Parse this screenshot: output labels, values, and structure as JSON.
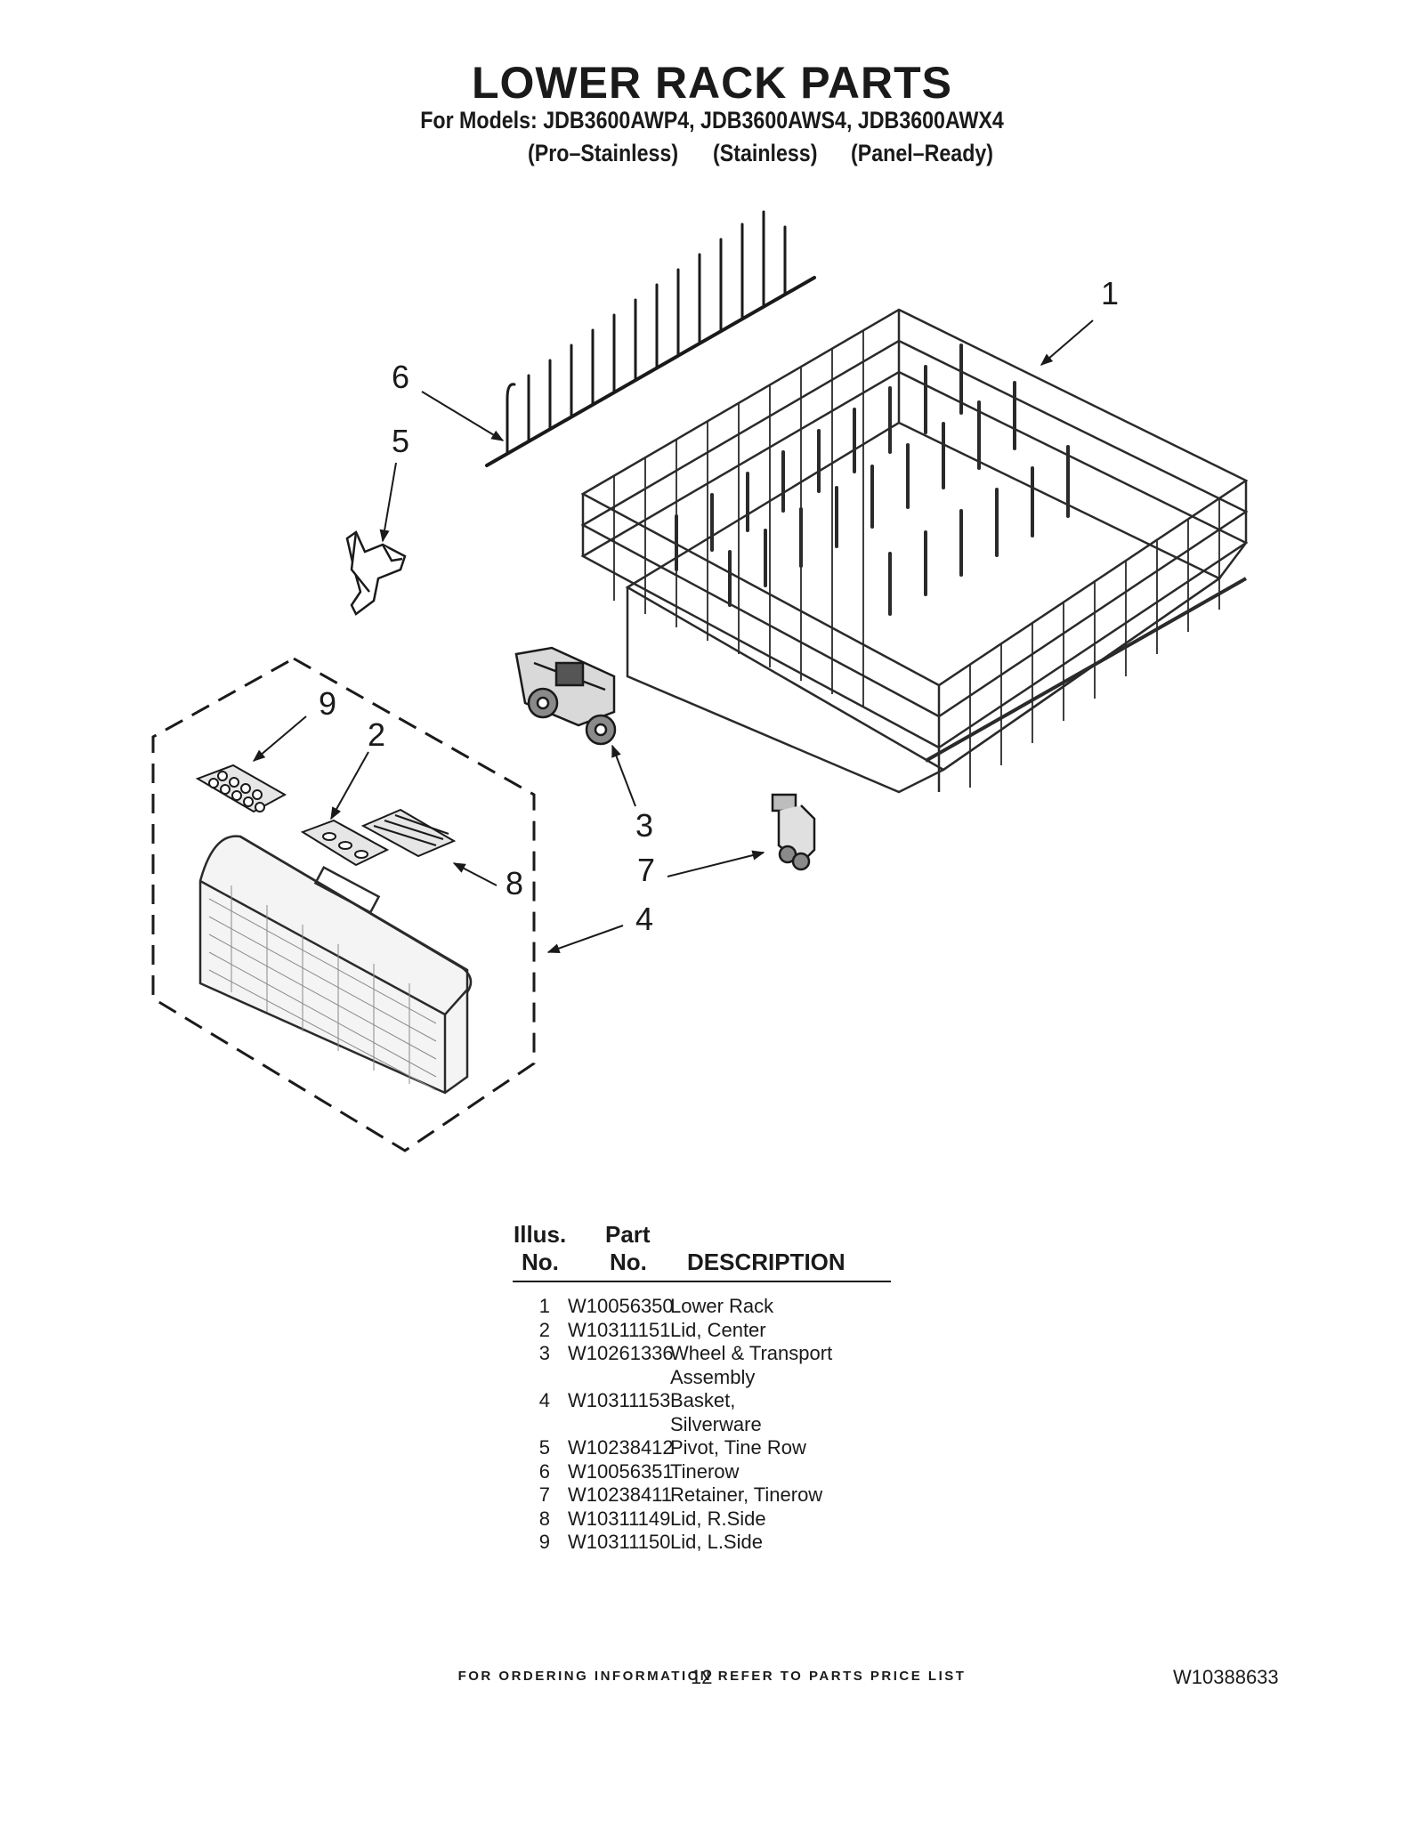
{
  "header": {
    "title": "LOWER RACK PARTS",
    "models_line": "For Models: JDB3600AWP4, JDB3600AWS4, JDB3600AWX4",
    "finishes": [
      "(Pro–Stainless)",
      "(Stainless)",
      "(Panel–Ready)"
    ]
  },
  "diagram": {
    "callouts": [
      "1",
      "2",
      "3",
      "4",
      "5",
      "6",
      "7",
      "8",
      "9"
    ]
  },
  "table": {
    "col_illus": [
      "Illus.",
      "No."
    ],
    "col_part": [
      "Part",
      "No."
    ],
    "col_desc": "DESCRIPTION",
    "rows": [
      {
        "num": "1",
        "part": "W10056350",
        "desc": "Lower Rack"
      },
      {
        "num": "2",
        "part": "W10311151",
        "desc": "Lid, Center"
      },
      {
        "num": "3",
        "part": "W10261336",
        "desc": "Wheel & Transport"
      },
      {
        "num": "",
        "part": "",
        "desc": "Assembly"
      },
      {
        "num": "4",
        "part": "W10311153",
        "desc": "Basket,"
      },
      {
        "num": "",
        "part": "",
        "desc": "Silverware"
      },
      {
        "num": "5",
        "part": "W10238412",
        "desc": "Pivot, Tine Row"
      },
      {
        "num": "6",
        "part": "W10056351",
        "desc": "Tinerow"
      },
      {
        "num": "7",
        "part": "W10238411",
        "desc": "Retainer, Tinerow"
      },
      {
        "num": "8",
        "part": "W10311149",
        "desc": "Lid, R.Side"
      },
      {
        "num": "9",
        "part": "W10311150",
        "desc": "Lid, L.Side"
      }
    ]
  },
  "footer": {
    "note": "FOR ORDERING INFORMATION REFER TO PARTS PRICE LIST",
    "page_number": "12",
    "document_number": "W10388633"
  }
}
